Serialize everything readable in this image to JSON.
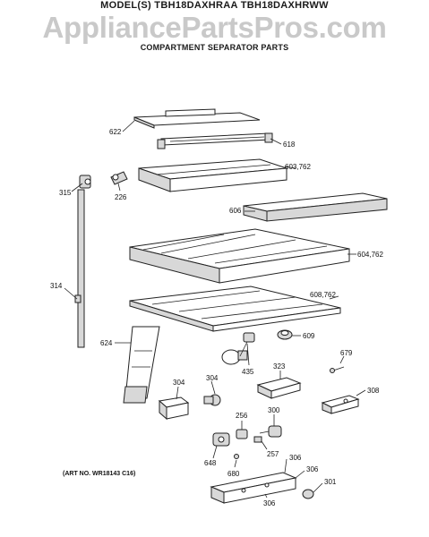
{
  "header": {
    "model": "MODEL(S) TBH18DAXHRAA  TBH18DAXHRWW",
    "watermark": "AppliancePartsPros.com",
    "subtitle": "COMPARTMENT SEPARATOR PARTS"
  },
  "art_number": "(ART NO. WR18143 C16)",
  "parts": [
    {
      "id": "622",
      "label": "622"
    },
    {
      "id": "618",
      "label": "618"
    },
    {
      "id": "603-762",
      "label": "603,762"
    },
    {
      "id": "315",
      "label": "315"
    },
    {
      "id": "226",
      "label": "226"
    },
    {
      "id": "606",
      "label": "606"
    },
    {
      "id": "604-762",
      "label": "604,762"
    },
    {
      "id": "314",
      "label": "314"
    },
    {
      "id": "608-762",
      "label": "608,762"
    },
    {
      "id": "609",
      "label": "609"
    },
    {
      "id": "624",
      "label": "624"
    },
    {
      "id": "679",
      "label": "679"
    },
    {
      "id": "435",
      "label": "435"
    },
    {
      "id": "323",
      "label": "323"
    },
    {
      "id": "304a",
      "label": "304"
    },
    {
      "id": "304b",
      "label": "304"
    },
    {
      "id": "308",
      "label": "308"
    },
    {
      "id": "256",
      "label": "256"
    },
    {
      "id": "300",
      "label": "300"
    },
    {
      "id": "257",
      "label": "257"
    },
    {
      "id": "648",
      "label": "648"
    },
    {
      "id": "680",
      "label": "680"
    },
    {
      "id": "306a",
      "label": "306"
    },
    {
      "id": "306b",
      "label": "306"
    },
    {
      "id": "306c",
      "label": "306"
    },
    {
      "id": "301",
      "label": "301"
    }
  ]
}
